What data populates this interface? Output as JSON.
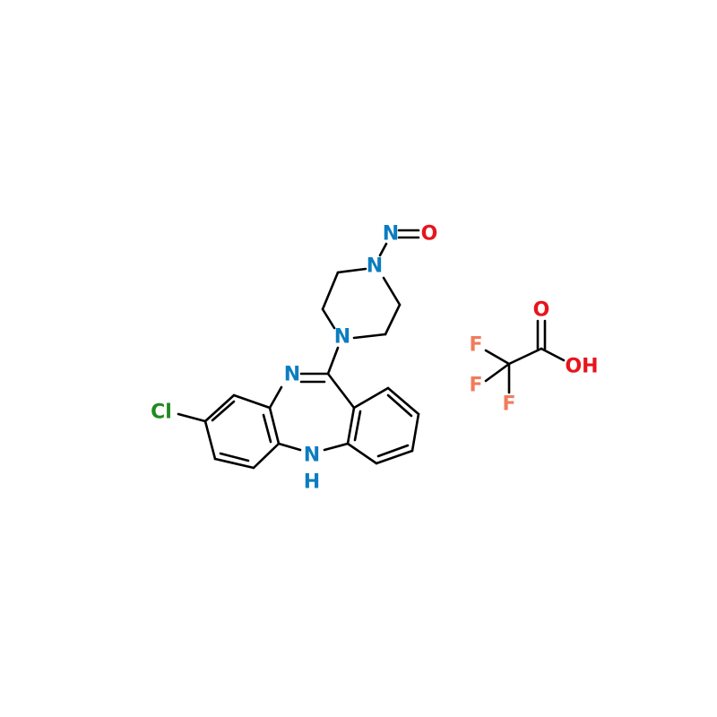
{
  "colors": {
    "nitrogen": "#0b7dbf",
    "oxygen": "#e8141c",
    "chlorine": "#1f8a1f",
    "fluorine": "#f07c5c",
    "bond": "#000000"
  },
  "atoms": {
    "cl": "Cl",
    "n_imine": "N",
    "n_amine": "N",
    "h_amine": "H",
    "n_pip_lower": "N",
    "n_pip_upper": "N",
    "n_nitroso": "N",
    "o_nitroso": "O",
    "f1": "F",
    "f2": "F",
    "f3": "F",
    "o_carbonyl": "O",
    "oh": "OH"
  }
}
